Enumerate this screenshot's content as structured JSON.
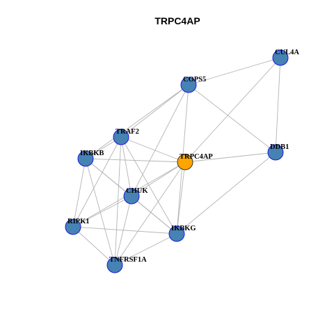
{
  "title": "TRPC4AP",
  "colors": {
    "default_node_fill": "#4682b4",
    "default_node_stroke": "#1a1ad9",
    "focus_node_fill": "#ffa500",
    "focus_node_stroke": "#333333",
    "edge": "#b3b3b3"
  },
  "nodes": [
    {
      "id": "CUL4A",
      "label": "CUL4A",
      "focus": false
    },
    {
      "id": "COPS5",
      "label": "COPS5",
      "focus": false
    },
    {
      "id": "TRAF2",
      "label": "TRAF2",
      "focus": false
    },
    {
      "id": "IKBKB",
      "label": "IKBKB",
      "focus": false
    },
    {
      "id": "TRPC4AP",
      "label": "TRPC4AP",
      "focus": true
    },
    {
      "id": "DDB1",
      "label": "DDB1",
      "focus": false
    },
    {
      "id": "CHUK",
      "label": "CHUK",
      "focus": false
    },
    {
      "id": "RIPK1",
      "label": "RIPK1",
      "focus": false
    },
    {
      "id": "IKBKG",
      "label": "IKBKG",
      "focus": false
    },
    {
      "id": "TNFRSF1A",
      "label": "TNFRSF1A",
      "focus": false
    }
  ],
  "edges": [
    [
      "CUL4A",
      "COPS5"
    ],
    [
      "CUL4A",
      "DDB1"
    ],
    [
      "CUL4A",
      "TRPC4AP"
    ],
    [
      "COPS5",
      "TRAF2"
    ],
    [
      "COPS5",
      "IKBKB"
    ],
    [
      "COPS5",
      "CHUK"
    ],
    [
      "COPS5",
      "DDB1"
    ],
    [
      "COPS5",
      "IKBKG"
    ],
    [
      "TRAF2",
      "IKBKB"
    ],
    [
      "TRAF2",
      "TRPC4AP"
    ],
    [
      "TRAF2",
      "CHUK"
    ],
    [
      "TRAF2",
      "RIPK1"
    ],
    [
      "TRAF2",
      "IKBKG"
    ],
    [
      "TRAF2",
      "TNFRSF1A"
    ],
    [
      "IKBKB",
      "TRPC4AP"
    ],
    [
      "IKBKB",
      "CHUK"
    ],
    [
      "IKBKB",
      "RIPK1"
    ],
    [
      "IKBKB",
      "IKBKG"
    ],
    [
      "IKBKB",
      "TNFRSF1A"
    ],
    [
      "TRPC4AP",
      "DDB1"
    ],
    [
      "TRPC4AP",
      "CHUK"
    ],
    [
      "TRPC4AP",
      "RIPK1"
    ],
    [
      "TRPC4AP",
      "IKBKG"
    ],
    [
      "TRPC4AP",
      "TNFRSF1A"
    ],
    [
      "DDB1",
      "IKBKG"
    ],
    [
      "CHUK",
      "RIPK1"
    ],
    [
      "CHUK",
      "IKBKG"
    ],
    [
      "CHUK",
      "TNFRSF1A"
    ],
    [
      "RIPK1",
      "IKBKG"
    ],
    [
      "RIPK1",
      "TNFRSF1A"
    ],
    [
      "IKBKG",
      "TNFRSF1A"
    ]
  ]
}
